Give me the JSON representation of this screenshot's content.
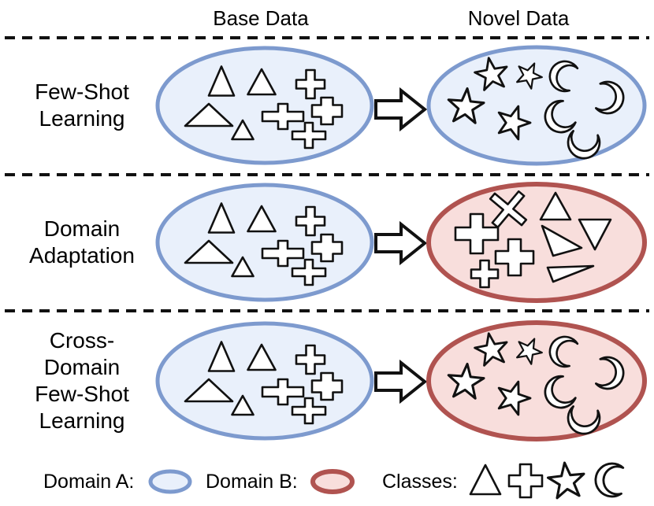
{
  "header": {
    "base": "Base Data",
    "novel": "Novel Data"
  },
  "rows": [
    {
      "label": "Few-Shot\nLearning",
      "base_domain": "A",
      "novel_domain": "A",
      "base_classes": [
        "triangle",
        "cross"
      ],
      "novel_classes": [
        "star",
        "moon"
      ]
    },
    {
      "label": "Domain\nAdaptation",
      "base_domain": "A",
      "novel_domain": "B",
      "base_classes": [
        "triangle",
        "cross"
      ],
      "novel_classes": [
        "triangle",
        "cross"
      ]
    },
    {
      "label": "Cross-\nDomain\nFew-Shot\nLearning",
      "base_domain": "A",
      "novel_domain": "B",
      "base_classes": [
        "triangle",
        "cross"
      ],
      "novel_classes": [
        "star",
        "moon"
      ]
    }
  ],
  "legend": {
    "domain_a_label": "Domain A:",
    "domain_b_label": "Domain B:",
    "classes_label": "Classes:",
    "class_icons": [
      "triangle",
      "cross",
      "star",
      "moon"
    ],
    "swatches": [
      {
        "domain": "A"
      },
      {
        "domain": "B"
      }
    ]
  },
  "colors": {
    "domain_a": {
      "stroke": "#7d9ace",
      "fill": "#e9f0fb",
      "stroke_width": 5
    },
    "domain_b": {
      "stroke": "#b05350",
      "fill": "#f8dedc",
      "stroke_width": 6
    },
    "shape_stroke": "#111111",
    "shape_fill": "#ffffff",
    "separator": "#111111"
  }
}
